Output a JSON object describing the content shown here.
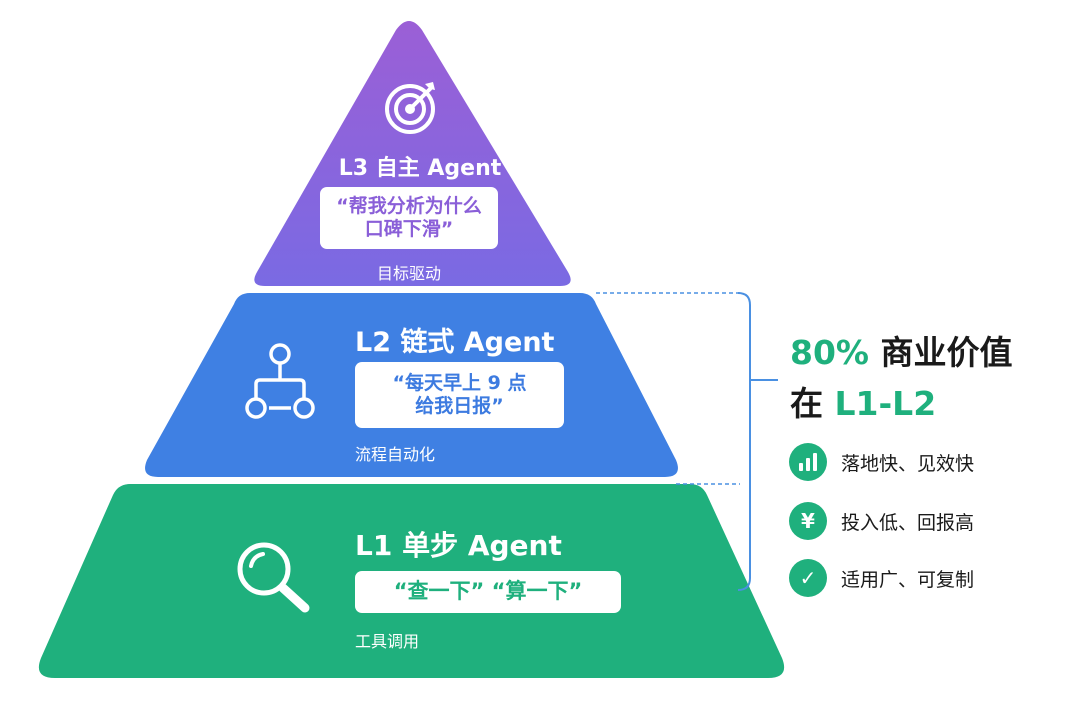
{
  "colors": {
    "l3_top": "#9b5fd6",
    "l3_bottom": "#7a6ae3",
    "l2": "#3f80e3",
    "l1": "#1fb07d",
    "accent": "#1fb07d",
    "bracket": "#4a90e2",
    "text_dark": "#1a1a1a"
  },
  "tiers": [
    {
      "level": "L1",
      "title": "L1  单步 Agent",
      "quote_lines": [
        "“查一下” “算一下”"
      ],
      "subtitle": "工具调用",
      "icon": "magnifier-icon"
    },
    {
      "level": "L2",
      "title": "L2  链式 Agent",
      "quote_lines": [
        "“每天早上 9 点",
        "给我日报”"
      ],
      "subtitle": "流程自动化",
      "icon": "flow-tree-icon"
    },
    {
      "level": "L3",
      "title": "L3  自主 Agent",
      "quote_lines": [
        "“帮我分析为什么",
        "口碑下滑”"
      ],
      "subtitle": "目标驱动",
      "icon": "target-icon"
    }
  ],
  "summary": {
    "headline_value": "80%",
    "headline_rest": " 商业价值",
    "headline_prefix": "在 ",
    "headline_range": "L1-L2"
  },
  "benefits": [
    {
      "icon": "bar-chart-icon",
      "label": "落地快、见效快"
    },
    {
      "icon": "yen-icon",
      "glyph": "¥",
      "label": "投入低、回报高"
    },
    {
      "icon": "check-icon",
      "glyph": "✓",
      "label": "适用广、可复制"
    }
  ]
}
